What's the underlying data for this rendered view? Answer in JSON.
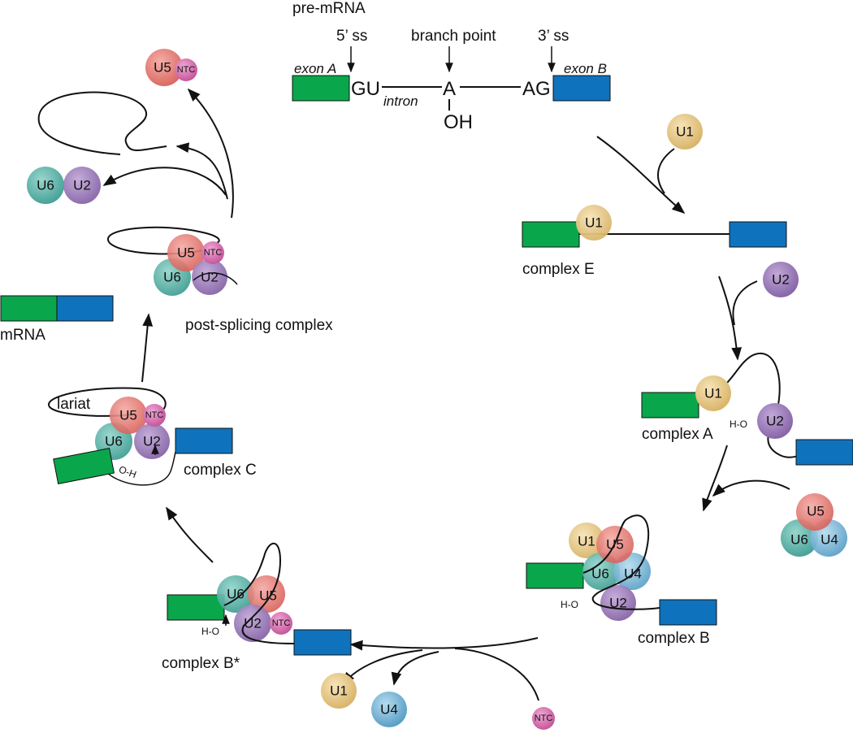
{
  "title": "pre-mRNA",
  "premrna": {
    "ss5": "5’ ss",
    "branch": "branch point",
    "ss3": "3’ ss",
    "exonA": "exon A",
    "exonB": "exon B",
    "gu": "GU",
    "intron": "intron",
    "a": "A",
    "ag": "AG",
    "oh": "OH"
  },
  "labels": {
    "complexE": "complex E",
    "complexA": "complex A",
    "complexB": "complex B",
    "complexBstar": "complex B*",
    "complexC": "complex C",
    "postSplicing": "post-splicing complex",
    "mrna": "mRNA",
    "lariat": "lariat",
    "hoA": "H-O",
    "hoB": "H-O",
    "hoBstar": "H-O",
    "ohC": "O-H"
  },
  "snrnp": {
    "U1": "U1",
    "U2": "U2",
    "U4": "U4",
    "U5": "U5",
    "U6": "U6",
    "NTC": "NTC"
  },
  "colors": {
    "exonA": "#0aa64b",
    "exonB": "#0f72bd",
    "U1": "#e8cc8e",
    "U2": "#9c7fb8",
    "U4": "#7ab6d6",
    "U5": "#e77771",
    "U6": "#55b3a8",
    "NTC": "#d96bb0"
  }
}
